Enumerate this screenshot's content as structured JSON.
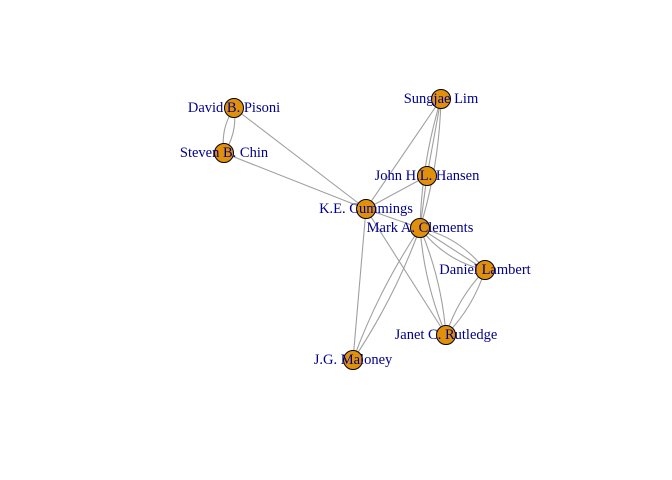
{
  "network": {
    "colors": {
      "node_fill": "#e0900b",
      "node_stroke": "#000000",
      "edge": "#a0a0a0",
      "label": "#00008b"
    },
    "nodes": [
      {
        "id": "pisoni",
        "label": "David B. Pisoni"
      },
      {
        "id": "chin",
        "label": "Steven B. Chin"
      },
      {
        "id": "lim",
        "label": "Sungjae Lim"
      },
      {
        "id": "hansen",
        "label": "John H.L. Hansen"
      },
      {
        "id": "cummings",
        "label": "K.E. Cummings"
      },
      {
        "id": "clements",
        "label": "Mark A. Clements"
      },
      {
        "id": "lambert",
        "label": "Daniel Lambert"
      },
      {
        "id": "rutledge",
        "label": "Janet C. Rutledge"
      },
      {
        "id": "maloney",
        "label": "J.G. Maloney"
      }
    ],
    "edges": [
      {
        "source": "pisoni",
        "target": "chin"
      },
      {
        "source": "pisoni",
        "target": "chin"
      },
      {
        "source": "pisoni",
        "target": "cummings"
      },
      {
        "source": "chin",
        "target": "cummings"
      },
      {
        "source": "lim",
        "target": "hansen"
      },
      {
        "source": "lim",
        "target": "clements"
      },
      {
        "source": "lim",
        "target": "clements"
      },
      {
        "source": "lim",
        "target": "cummings"
      },
      {
        "source": "hansen",
        "target": "cummings"
      },
      {
        "source": "hansen",
        "target": "clements"
      },
      {
        "source": "cummings",
        "target": "clements"
      },
      {
        "source": "cummings",
        "target": "rutledge"
      },
      {
        "source": "cummings",
        "target": "maloney"
      },
      {
        "source": "clements",
        "target": "lambert"
      },
      {
        "source": "clements",
        "target": "lambert"
      },
      {
        "source": "clements",
        "target": "lambert"
      },
      {
        "source": "clements",
        "target": "rutledge"
      },
      {
        "source": "clements",
        "target": "rutledge"
      },
      {
        "source": "clements",
        "target": "maloney"
      },
      {
        "source": "clements",
        "target": "maloney"
      },
      {
        "source": "lambert",
        "target": "rutledge"
      },
      {
        "source": "lambert",
        "target": "rutledge"
      }
    ]
  }
}
